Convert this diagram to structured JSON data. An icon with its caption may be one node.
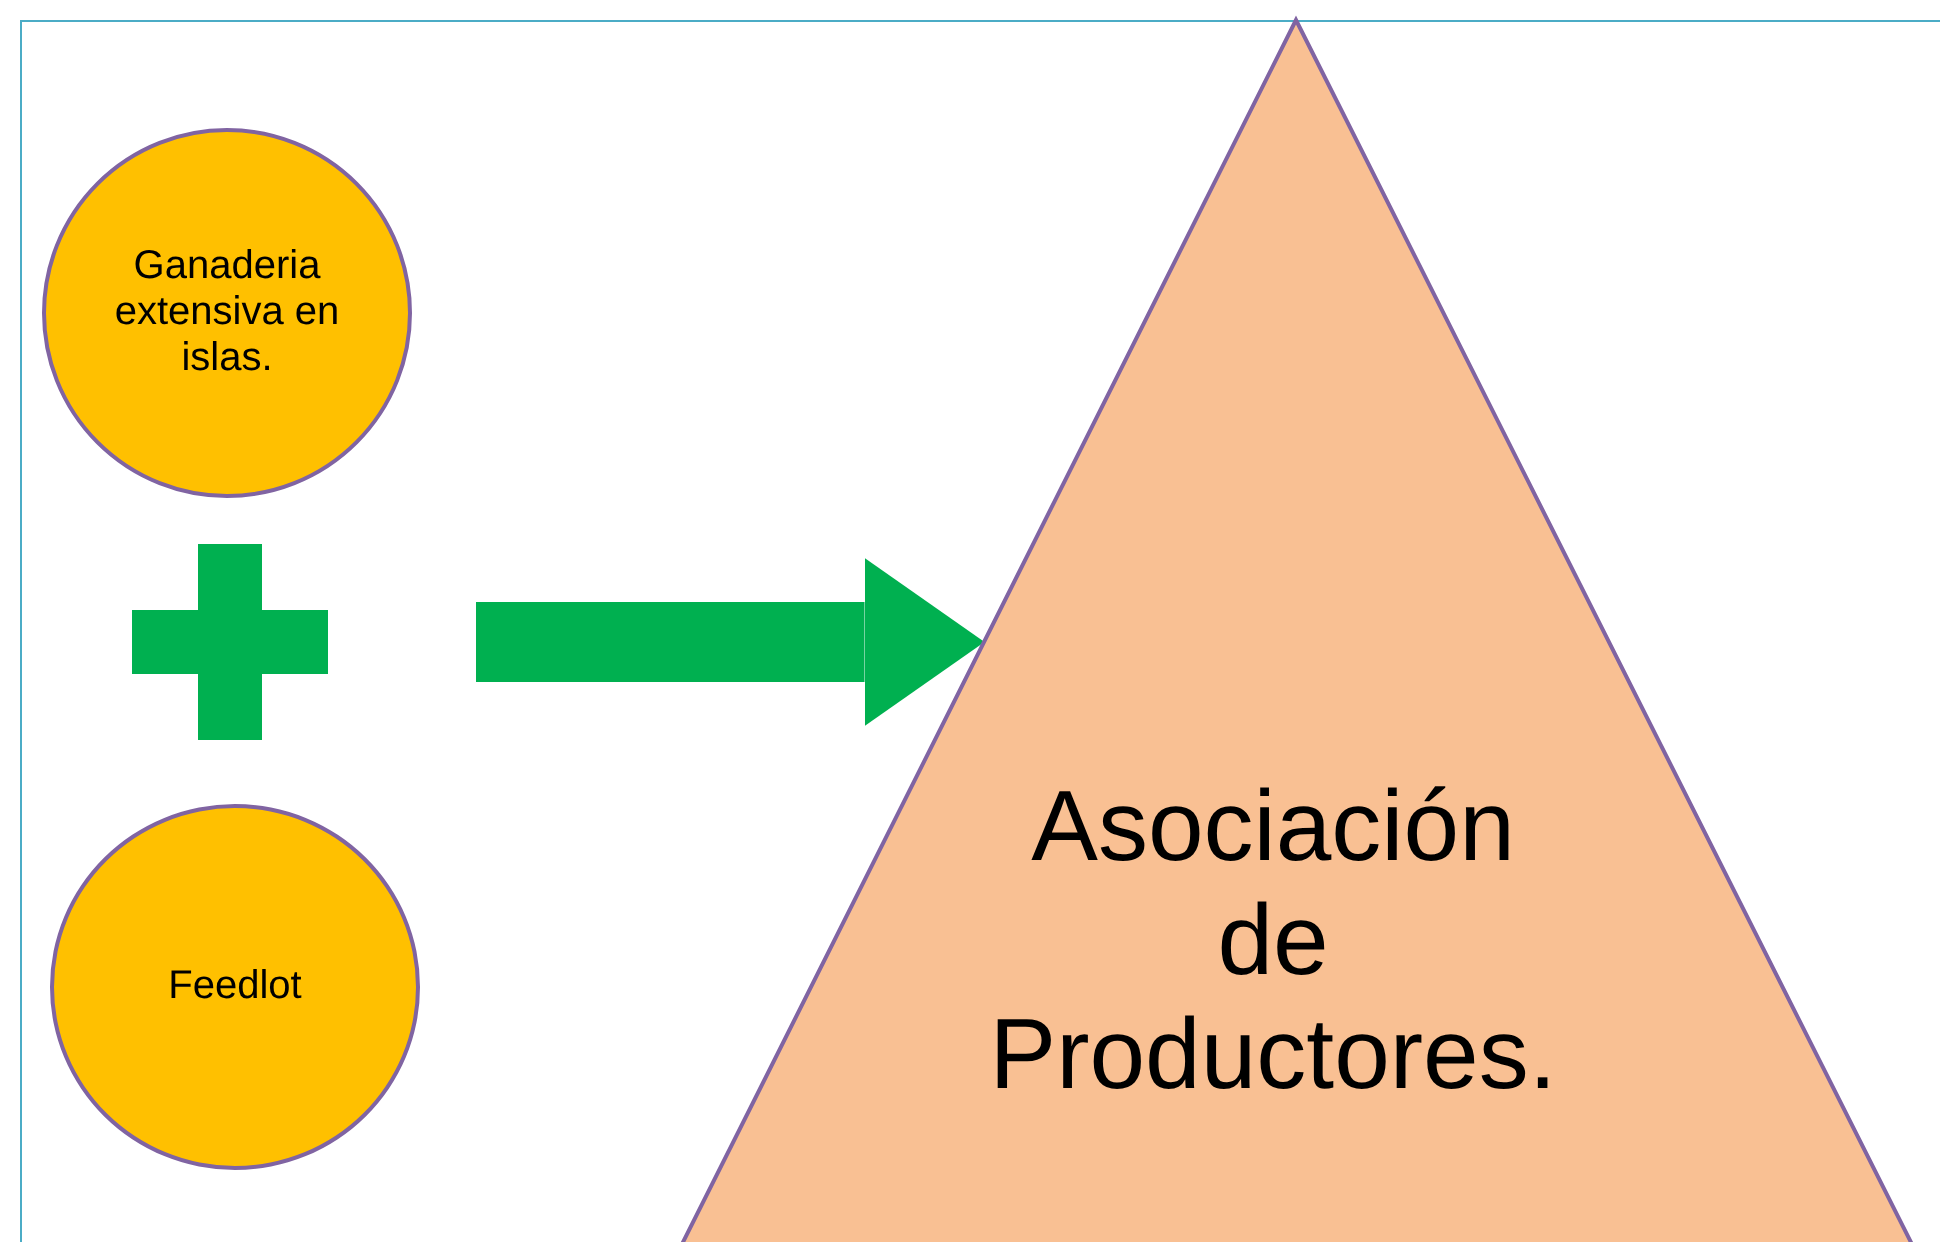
{
  "diagram": {
    "nodes": [
      {
        "text": [
          "Ganaderia extensiva en islas."
        ]
      },
      {
        "text": [
          "Feedlot"
        ]
      },
      {
        "text": [
          "Asociación de Productores."
        ]
      }
    ],
    "edges": [
      {
        "from": null,
        "to": 2,
        "arrow": "to"
      }
    ]
  }
}
